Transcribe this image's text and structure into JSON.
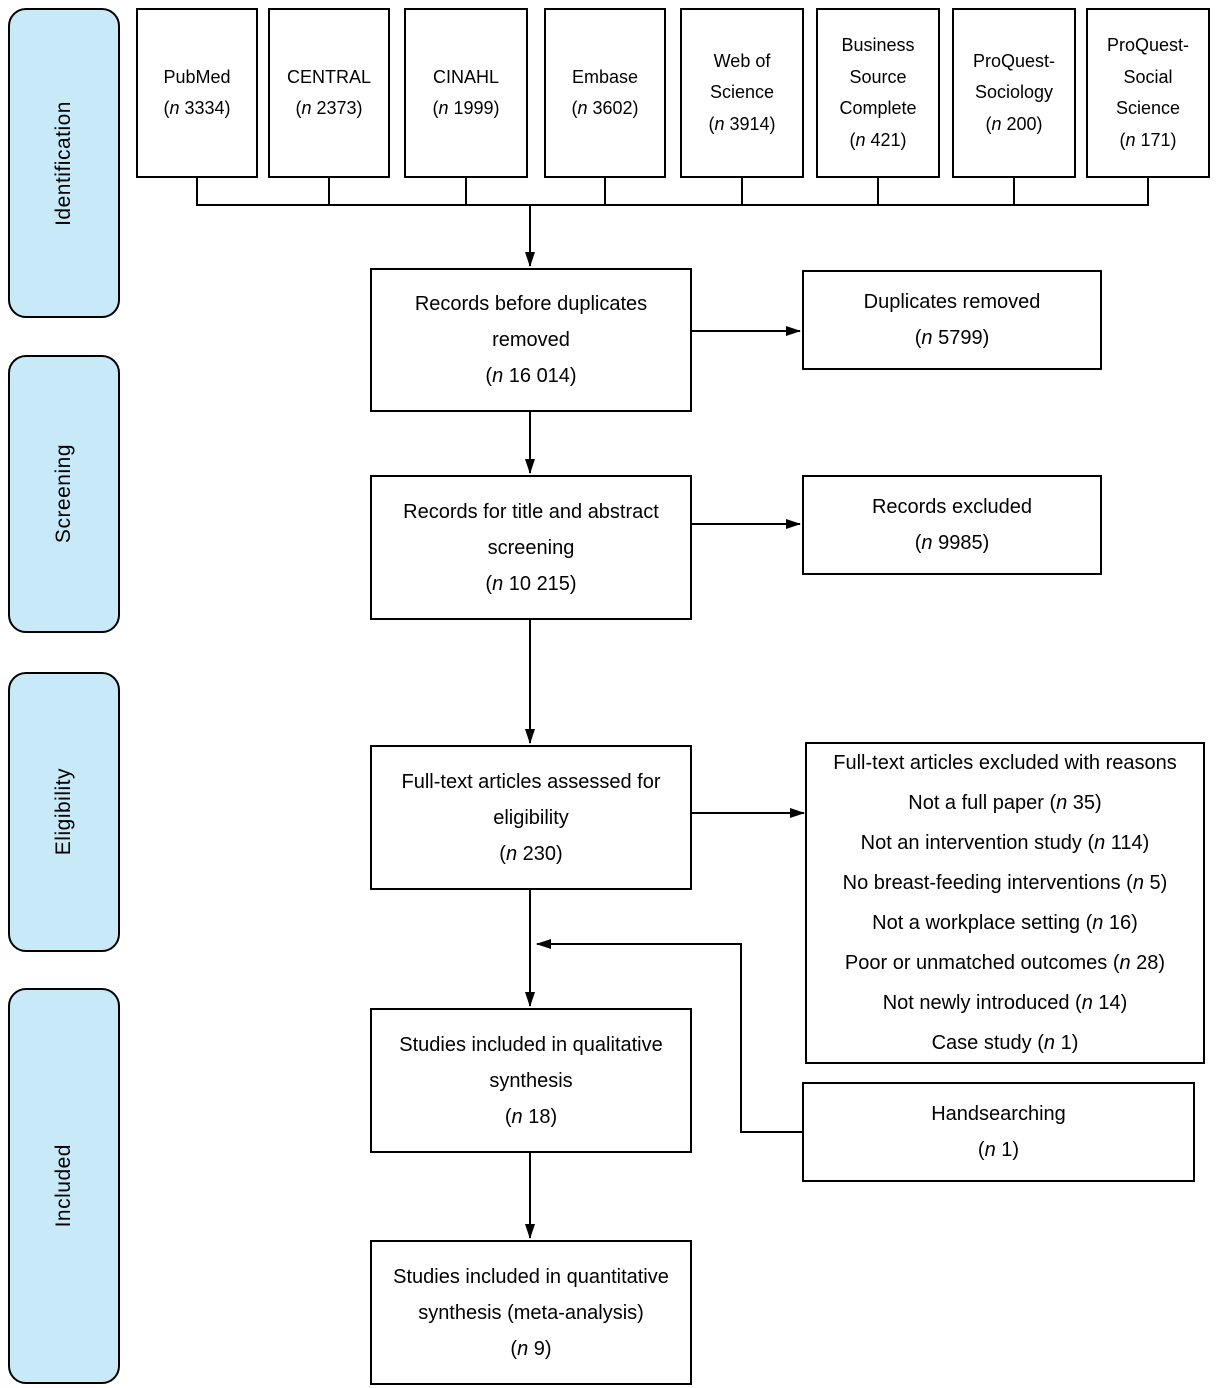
{
  "stages": [
    {
      "label": "Identification"
    },
    {
      "label": "Screening"
    },
    {
      "label": "Eligibility"
    },
    {
      "label": "Included"
    }
  ],
  "databases": [
    {
      "name": "PubMed",
      "count": "3334"
    },
    {
      "name": "CENTRAL",
      "count": "2373"
    },
    {
      "name": "CINAHL",
      "count": "1999"
    },
    {
      "name": "Embase",
      "count": "3602"
    },
    {
      "name": "Web of Science",
      "count": "3914"
    },
    {
      "name": "Business Source Complete",
      "count": "421"
    },
    {
      "name": "ProQuest-Sociology",
      "count": "200"
    },
    {
      "name": "ProQuest-Social Science",
      "count": "171"
    }
  ],
  "flow": [
    {
      "label": "Records before duplicates removed",
      "count": "16 014"
    },
    {
      "label": "Records for title and abstract screening",
      "count": "10 215"
    },
    {
      "label": "Full-text articles assessed for eligibility",
      "count": "230"
    },
    {
      "label": "Studies included in qualitative synthesis",
      "count": "18"
    },
    {
      "label": "Studies included in quantitative synthesis (meta-analysis)",
      "count": "9"
    }
  ],
  "side": {
    "duplicates_removed": {
      "label": "Duplicates removed",
      "count": "5799"
    },
    "records_excluded": {
      "label": "Records excluded",
      "count": "9985"
    },
    "fulltext_excluded": {
      "title": "Full-text articles excluded with reasons",
      "reasons": [
        {
          "text": "Not a full paper",
          "count": "35"
        },
        {
          "text": "Not an intervention study",
          "count": "114"
        },
        {
          "text": "No breast-feeding interventions",
          "count": "5"
        },
        {
          "text": "Not a workplace setting",
          "count": "16"
        },
        {
          "text": "Poor or unmatched outcomes",
          "count": "28"
        },
        {
          "text": "Not newly introduced",
          "count": "14"
        },
        {
          "text": "Case study",
          "count": "1"
        }
      ]
    },
    "handsearching": {
      "label": "Handsearching",
      "count": "1"
    }
  }
}
